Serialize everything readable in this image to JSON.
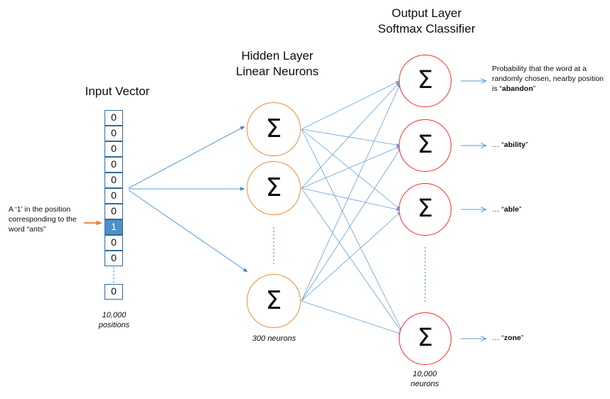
{
  "diagram": {
    "title_hidden": "Hidden Layer\nLinear Neurons",
    "title_input": "Input Vector",
    "title_output": "Output Layer\nSoftmax Classifier",
    "neuron_glyph": "Σ"
  },
  "input_vector": {
    "caption": "10,000\npositions",
    "cells": [
      "0",
      "0",
      "0",
      "0",
      "0",
      "0",
      "0",
      "1",
      "0",
      "0"
    ],
    "hot_index": 7,
    "tail_cell": "0",
    "annotation": "A ‘1’ in the position corresponding to the word “ants”",
    "highlight_color": "#4e8fc6",
    "border_color": "#2e6a9e",
    "pointer_color": "#ed7d31"
  },
  "hidden_layer": {
    "caption": "300 neurons",
    "neuron_count_shown": 3,
    "circle_color": "#ed8b3c",
    "neurons": [
      "Σ",
      "Σ",
      "Σ"
    ]
  },
  "output_layer": {
    "caption": "10,000\nneurons",
    "neuron_count_shown": 4,
    "circle_color": "#fc2b2b",
    "neurons": [
      "Σ",
      "Σ",
      "Σ",
      "Σ"
    ],
    "labels": [
      {
        "prefix": "Probability that the word at a randomly chosen, nearby position is “",
        "word": "abandon",
        "suffix": "”"
      },
      {
        "prefix": "… “",
        "word": "ability",
        "suffix": "”"
      },
      {
        "prefix": "… “",
        "word": "able",
        "suffix": "”"
      },
      {
        "prefix": "… “",
        "word": "zone",
        "suffix": "”"
      }
    ]
  },
  "colors": {
    "wire": "#5b9bd5",
    "ellipsis_dots": "#5b9bd5"
  }
}
